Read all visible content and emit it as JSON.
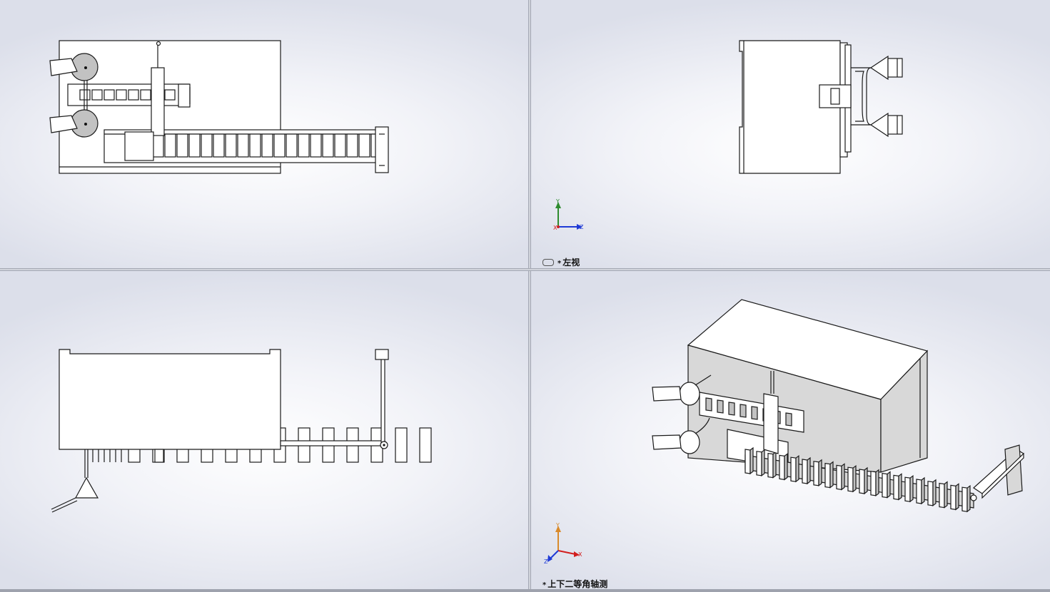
{
  "viewports": {
    "top_left": {
      "label": ""
    },
    "top_right": {
      "label": "左视",
      "marker": "*",
      "link_icon": "link-icon",
      "triad": {
        "up": "Y",
        "right": "Z",
        "origin": "X"
      }
    },
    "bottom_left": {
      "label": ""
    },
    "bottom_right": {
      "label": "上下二等角轴测",
      "marker": "*",
      "triad": {
        "up": "Y",
        "right": "X",
        "origin": "Z"
      }
    }
  },
  "colors": {
    "axis_x": "#d21e1e",
    "axis_y": "#2e8b2e",
    "axis_z": "#1f3ad6",
    "triad_iso_y": "#d98a2a",
    "pane_center": "#ffffff",
    "pane_edge": "#dcdfea",
    "splitter": "#8e93a0"
  }
}
